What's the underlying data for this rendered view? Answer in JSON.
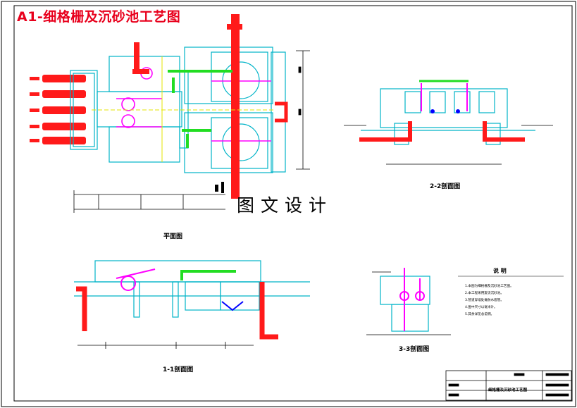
{
  "drawing": {
    "title": "A1-细格栅及沉砂池工艺图",
    "watermark": "图文设计",
    "views": {
      "plan": "平面图",
      "section_2_2": "2-2剖面图",
      "section_1_1": "1-1剖面图",
      "section_3_3": "3-3剖面图"
    },
    "notes": {
      "title": "说 明",
      "items": [
        "1.本图为细格栅及沉砂池工艺图。",
        "2.本工程采用旋流沉砂池。",
        "3.管道穿墙处做防水套管。",
        "4.图中尺寸以毫米计。",
        "5.其余详见总说明。"
      ]
    },
    "title_block": {
      "drawing_name": "细格栅及沉砂池工艺图"
    }
  },
  "colors": {
    "structure": "#00b4c8",
    "pipe_red": "#ff1a1a",
    "pipe_green": "#22dd22",
    "equipment_magenta": "#ff00ff",
    "water_blue": "#0000ff",
    "yellow": "#e6e600",
    "ink": "#000000"
  }
}
